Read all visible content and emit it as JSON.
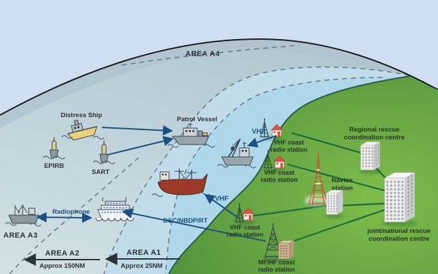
{
  "labels": {
    "area_a4": "AREA A4",
    "area_a3": "AREA A3",
    "area_a2": "AREA A2",
    "area_a1": "AREA A1",
    "approx_150nm": "Approx 150NM",
    "approx_25nm": "Approx 25NM",
    "distress_ship": "Distress Ship",
    "epirb": "EPIRB",
    "sart": "SART",
    "patrol_vessel": "Patrol Vessel",
    "vhf": "VHF",
    "radiophone": "Radiophone",
    "dsc_nbdp_rt": "DSC/NBDP/RT",
    "vhf_coast_station_line1": "VHF coast",
    "vhf_coast_station_line2": "radio station",
    "mf_hf_coast_station_line1": "MF/HF coast",
    "mf_hf_coast_station_line2": "radio station",
    "navtex_station_line1": "Navtex",
    "navtex_station_line2": "station",
    "regional_rcc_line1": "Regional rescue",
    "regional_rcc_line2": "coordination centre",
    "joint_rcc_line1": "joint/national rescue",
    "joint_rcc_line2": "coordination centre"
  },
  "colors": {
    "sky": "#cfdff2",
    "sea_outer": "#b2c7d1",
    "sea_inner": "#cfe1e4",
    "sea_band_a2": "#bfdce8",
    "sea_band_a1": "#aed7ea",
    "land_light": "#7fbd4a",
    "land_dark": "#4e8f3b",
    "coast_outline": "#2e5a4e",
    "horizon_line": "#1c1c1c",
    "dashed_line": "#5f6f77",
    "comms_navy": "#1b5180",
    "network_green": "#1a6b40",
    "navtex_red": "#d6452f",
    "distress_hull_yellow": "#e8d07f",
    "cargo_hull_red": "#9e3a28"
  }
}
